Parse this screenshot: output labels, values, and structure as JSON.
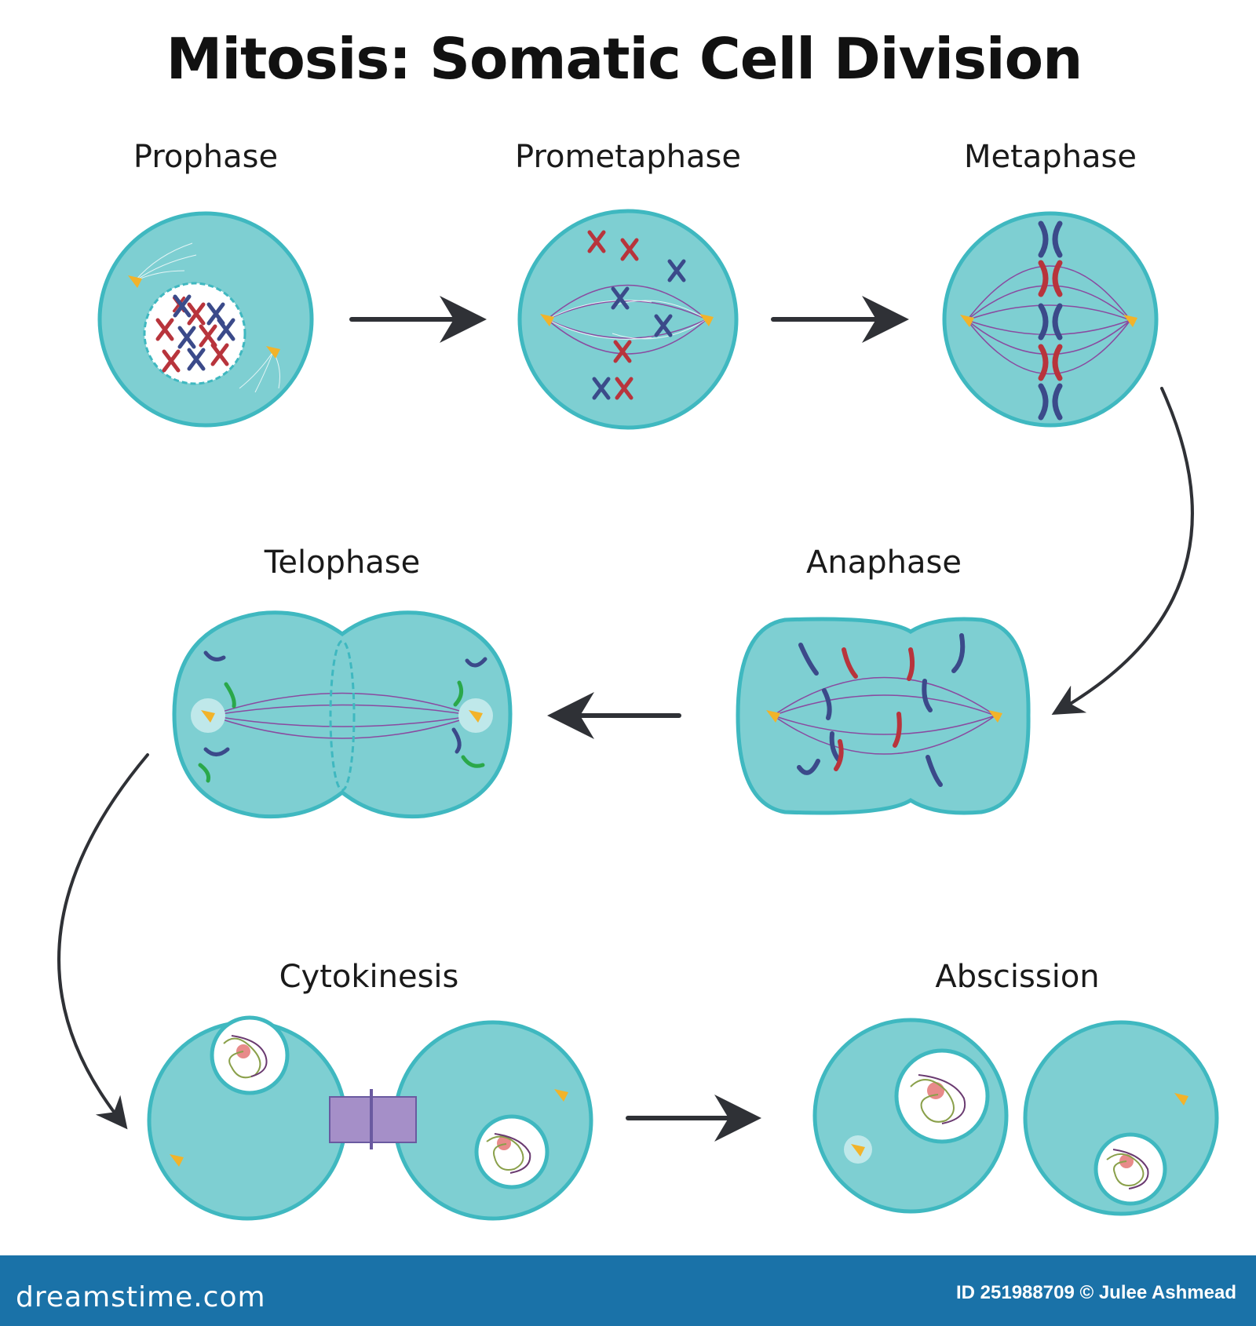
{
  "title": "Mitosis: Somatic Cell Division",
  "stages": [
    {
      "id": "prophase",
      "label": "Prophase"
    },
    {
      "id": "prometaphase",
      "label": "Prometaphase"
    },
    {
      "id": "metaphase",
      "label": "Metaphase"
    },
    {
      "id": "telophase",
      "label": "Telophase"
    },
    {
      "id": "anaphase",
      "label": "Anaphase"
    },
    {
      "id": "cytokinesis",
      "label": "Cytokinesis"
    },
    {
      "id": "abscission",
      "label": "Abscission"
    }
  ],
  "footer": {
    "site": "dreamstime.com",
    "credit": "ID 251988709 © Julee Ashmead"
  },
  "colors": {
    "cell_fill": "#7ecfd2",
    "cell_stroke": "#3fb8c0",
    "chromosome_red": "#b8343c",
    "chromosome_blue": "#3b4a8a",
    "centrosome": "#f2b32a",
    "spindle": "#8a4aa0",
    "arrow": "#2f3136",
    "footer_bar": "#1a72a8"
  }
}
